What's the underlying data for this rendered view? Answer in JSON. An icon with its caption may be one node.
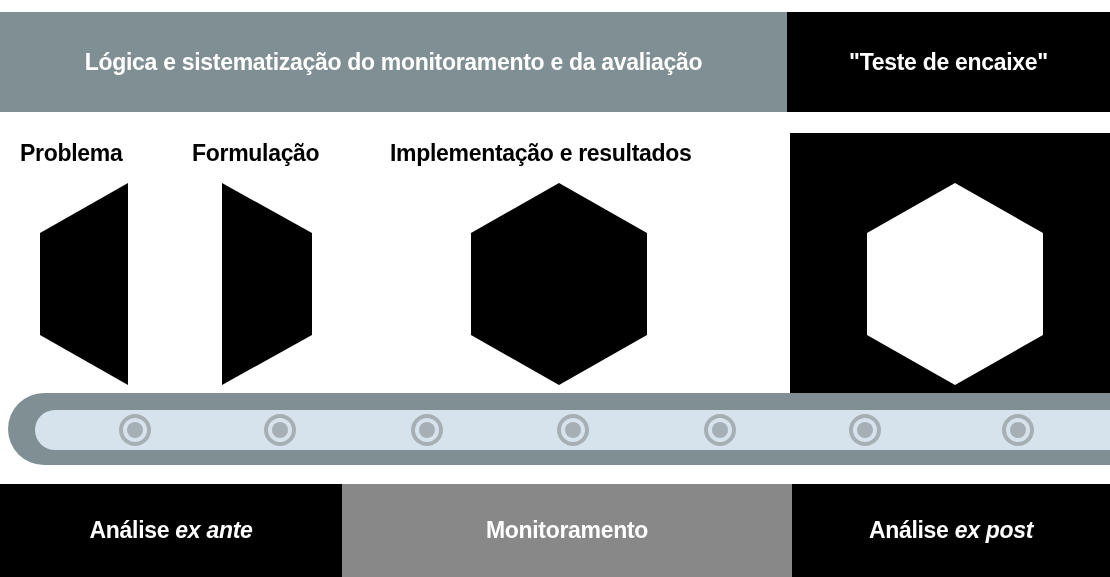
{
  "diagram": {
    "nodes": [
      {
        "text": [
          "Lógica e sistematização do monitoramento e da avaliação"
        ]
      },
      {
        "text": [
          "\"Teste de encaixe\""
        ]
      },
      {
        "text": [
          "Problema"
        ]
      },
      {
        "text": [
          "Formulação"
        ]
      },
      {
        "text": [
          "Implementação e resultados"
        ]
      },
      {
        "text": [],
        "shape": "box"
      },
      {
        "text": [],
        "shape": "hexagon",
        "in": 5
      },
      {
        "text": [
          "Análise *ex ante*"
        ]
      },
      {
        "text": [
          "Monitoramento"
        ]
      },
      {
        "text": [
          "Análise *ex post*"
        ]
      }
    ]
  }
}
